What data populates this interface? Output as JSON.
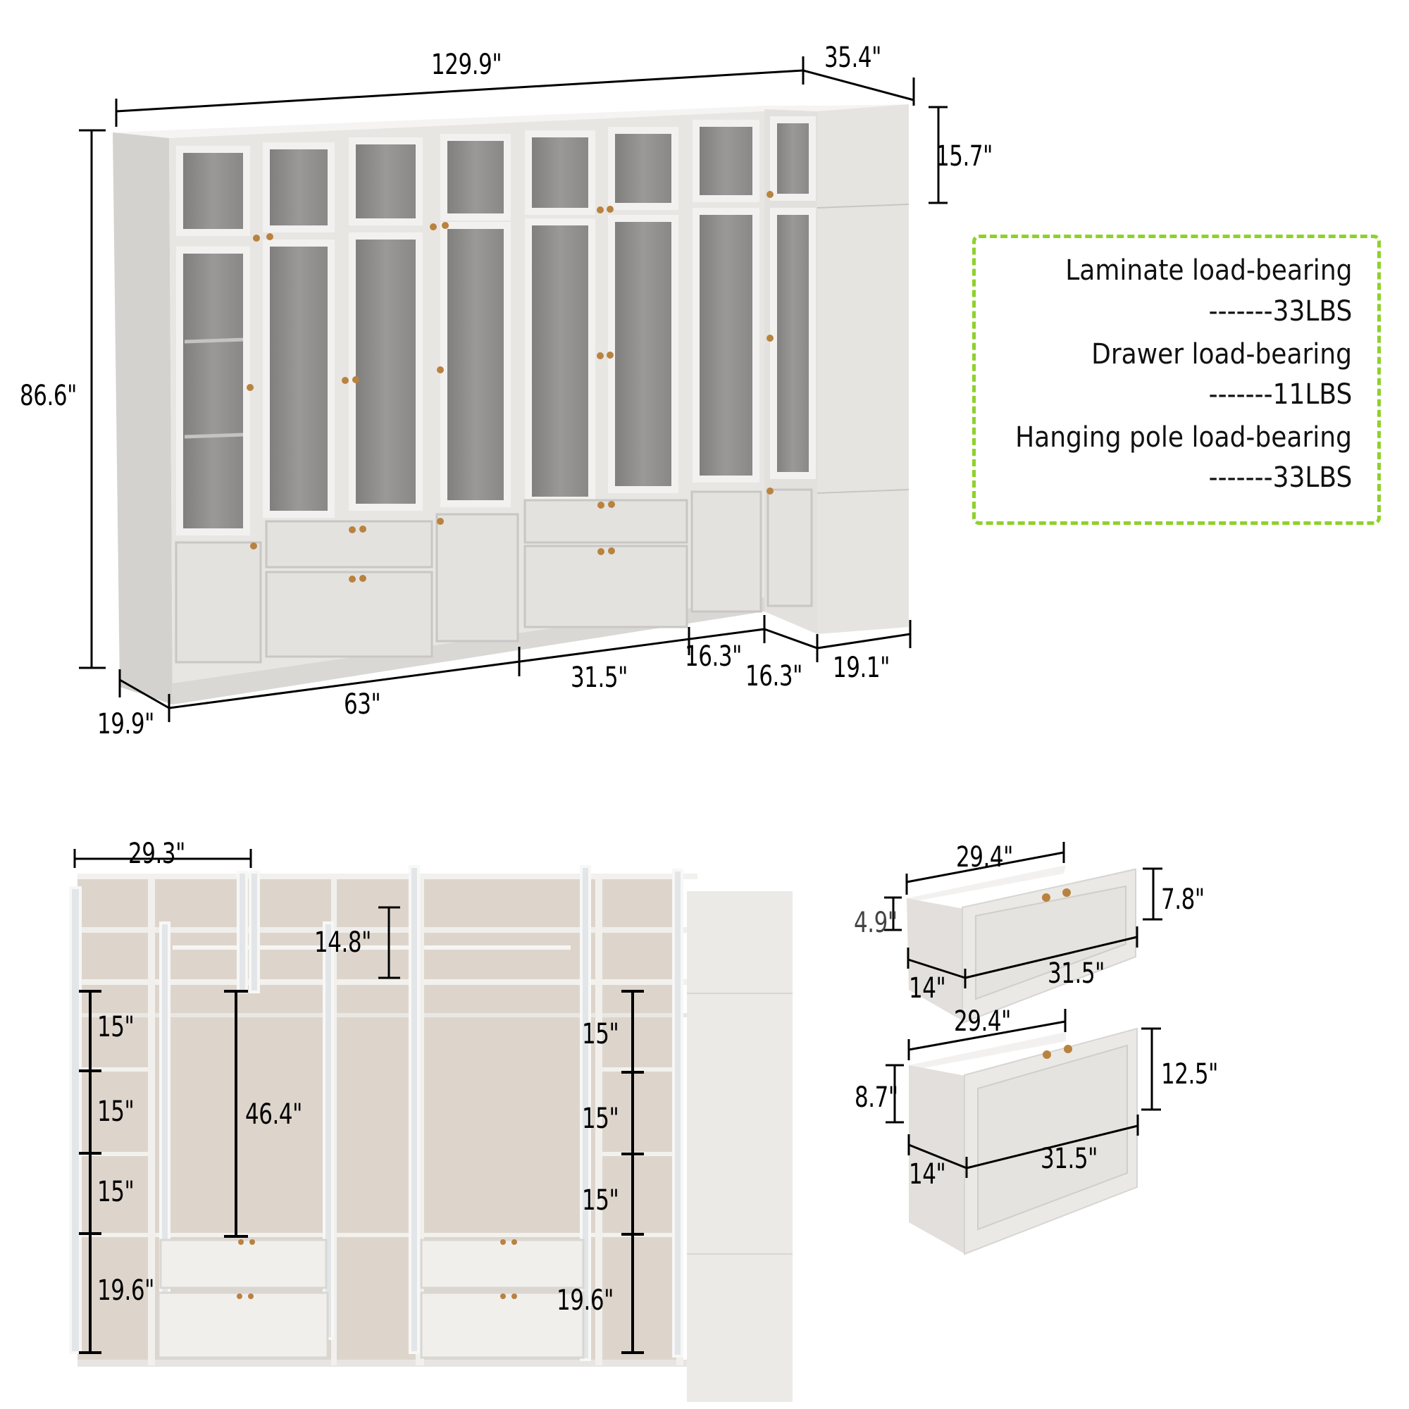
{
  "top_view": {
    "total_width": "129.9\"",
    "side_depth": "35.4\"",
    "top_section_height": "15.7\"",
    "total_height": "86.6\"",
    "left_depth": "19.9\"",
    "section_63": "63\"",
    "section_31_5": "31.5\"",
    "corner_a": "16.3\"",
    "corner_b": "16.3\"",
    "tower_width": "19.1\""
  },
  "load_bearing": {
    "items": [
      {
        "label": "Laminate load-bearing",
        "value": "-------33LBS"
      },
      {
        "label": "Drawer load-bearing",
        "value": "-------11LBS"
      },
      {
        "label": "Hanging pole load-bearing",
        "value": "-------33LBS"
      }
    ],
    "border_color": "#8fd12a"
  },
  "interior_view": {
    "cabinet_width": "29.3\"",
    "top_compartment_height": "14.8\"",
    "hanging_height": "46.4\"",
    "left_shelves": [
      "15\"",
      "15\"",
      "15\"",
      "19.6\""
    ],
    "right_shelves": [
      "15\"",
      "15\"",
      "15\"",
      "19.6\""
    ]
  },
  "small_drawer": {
    "inner_width": "29.4\"",
    "inner_height": "4.9\"",
    "front_height": "7.8\"",
    "depth": "14\"",
    "front_width": "31.5\""
  },
  "large_drawer": {
    "inner_width": "29.4\"",
    "inner_height": "8.7\"",
    "front_height": "12.5\"",
    "depth": "14\"",
    "front_width": "31.5\""
  },
  "colors": {
    "wood_white": "#e9e7e4",
    "wood_side": "#d5d3d0",
    "glass": "#8e8d8b",
    "interior": "#dcd4cb",
    "knob": "#b9823f",
    "line": "#000000"
  }
}
